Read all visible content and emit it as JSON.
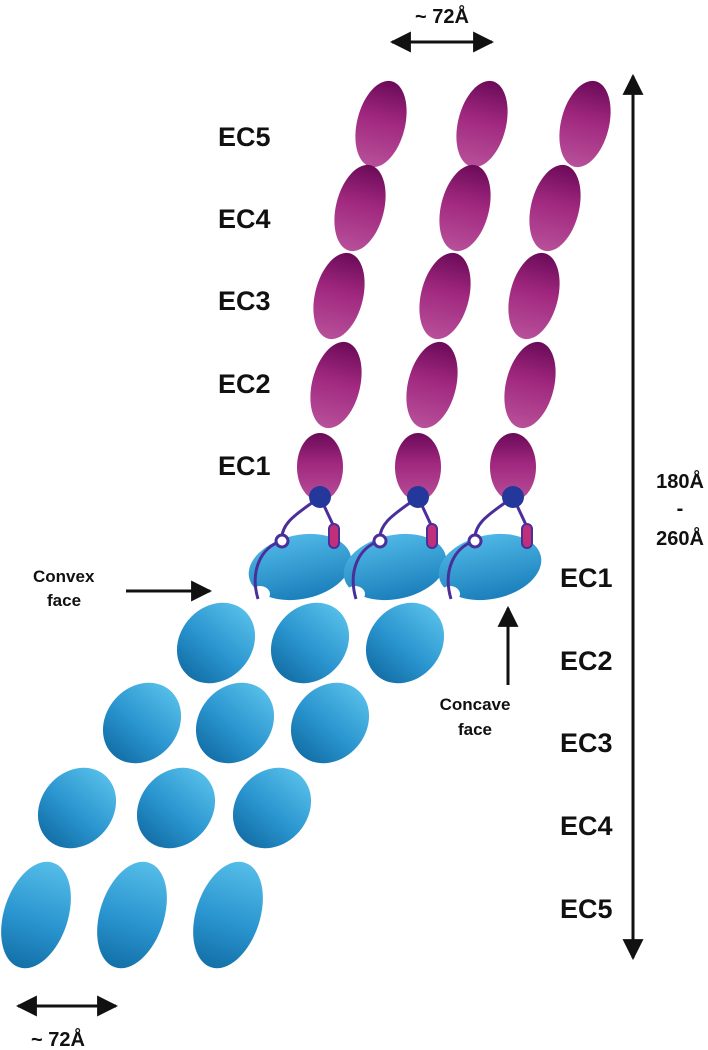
{
  "colors": {
    "upper_protein": "#a0287e",
    "upper_protein_dark": "#6b0a58",
    "lower_protein": "#3aa5d8",
    "lower_protein_dark": "#1470a8",
    "linker_node": "#23389a",
    "linker_line": "#4a2f9a",
    "tip": "#c0307a",
    "text": "#111111"
  },
  "labels": {
    "top_width": "~ 72Å",
    "bottom_width": "~ 72Å",
    "height_top": "180Å",
    "height_dash": "-",
    "height_bottom": "260Å",
    "convex_line1": "Convex",
    "convex_line2": "face",
    "concave_line1": "Concave",
    "concave_line2": "face"
  },
  "upper_domains": [
    "EC5",
    "EC4",
    "EC3",
    "EC2",
    "EC1"
  ],
  "lower_domains": [
    "EC1",
    "EC2",
    "EC3",
    "EC4",
    "EC5"
  ],
  "icon_names": [
    "arrow-double-horizontal",
    "arrow-double-vertical",
    "arrow-right",
    "arrow-up"
  ]
}
